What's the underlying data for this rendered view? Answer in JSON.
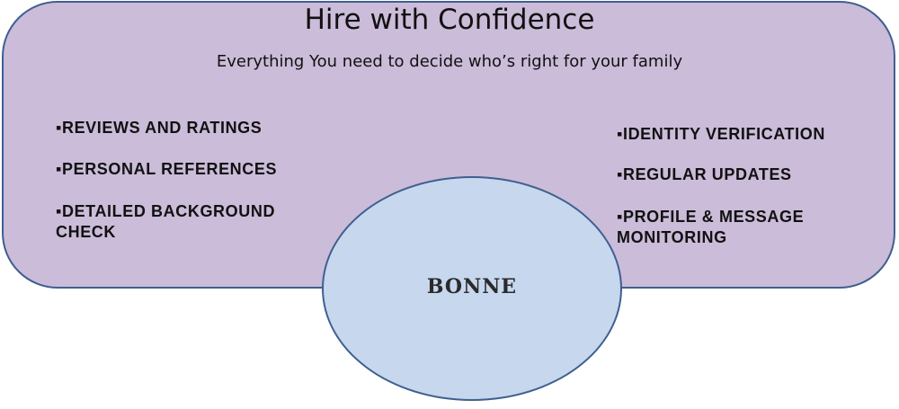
{
  "header": {
    "title": "Hire with Confidence",
    "subtitle": "Everything You need to decide who’s right for your family"
  },
  "features_left": [
    "▪REVIEWS AND RATINGS",
    "▪PERSONAL REFERENCES",
    "▪DETAILED BACKGROUND CHECK"
  ],
  "features_right": [
    "▪IDENTITY VERIFICATION",
    "▪REGULAR UPDATES",
    "▪PROFILE & MESSAGE MONITORING"
  ],
  "center": {
    "label": "BONNE"
  },
  "colors": {
    "panel_fill": "#cbbcd9",
    "ellipse_fill": "#c6d7ee",
    "outline": "#3f5f8f"
  }
}
